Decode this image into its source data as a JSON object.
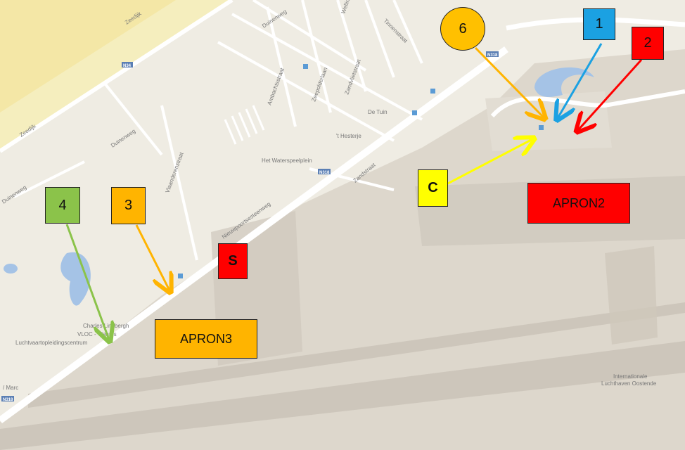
{
  "map": {
    "colors": {
      "sea": "#f4e7a6",
      "beach": "#f5eebe",
      "land": "#efece3",
      "airport": "#ddd7cc",
      "runway": "#cdc6bb",
      "road": "#ffffff",
      "water": "#a5c3e6",
      "label": "#777777",
      "shield": "#5b7fb4"
    },
    "street_labels": [
      "Zeedijk",
      "Zeedijk",
      "Duinenweg",
      "Duinenweg",
      "Duinenweg",
      "Nieuwpoortsesteenweg",
      "Vlaanderenstraat",
      "Ambachtsstraat",
      "Zeepolderlaan",
      "Zandvlietstraat",
      "Tinnenstraat",
      "Zandstraat",
      "Wellingtonstraat"
    ],
    "road_shields": [
      "N34",
      "N318",
      "N318",
      "N318"
    ],
    "poi_labels": {
      "de_tuin": "De Tuin",
      "hesterje": "'t Hesterje",
      "waterspeelplaats": "Het Waterspeelplein",
      "charles": "Charles Lindbergh",
      "vloc": "VLOC - Vlaams",
      "vloc2": "Luchtvaartopleidingscentrum",
      "internationale": "Internationale",
      "luchthaven": "Luchthaven Oostende",
      "marc": "/ Marc"
    }
  },
  "callouts": {
    "c1": {
      "label": "1",
      "color": "#1ba1e2"
    },
    "c2": {
      "label": "2",
      "color": "#ff0000"
    },
    "c3": {
      "label": "3",
      "color": "#ffb400"
    },
    "c4": {
      "label": "4",
      "color": "#8bc34a"
    },
    "c6": {
      "label": "6",
      "color": "#ffc000"
    },
    "cC": {
      "label": "C",
      "color": "#ffff00"
    },
    "cS": {
      "label": "S",
      "color": "#ff0000"
    },
    "apron2": {
      "label": "APRON2",
      "color": "#ff0000"
    },
    "apron3": {
      "label": "APRON3",
      "color": "#ffb400"
    }
  }
}
